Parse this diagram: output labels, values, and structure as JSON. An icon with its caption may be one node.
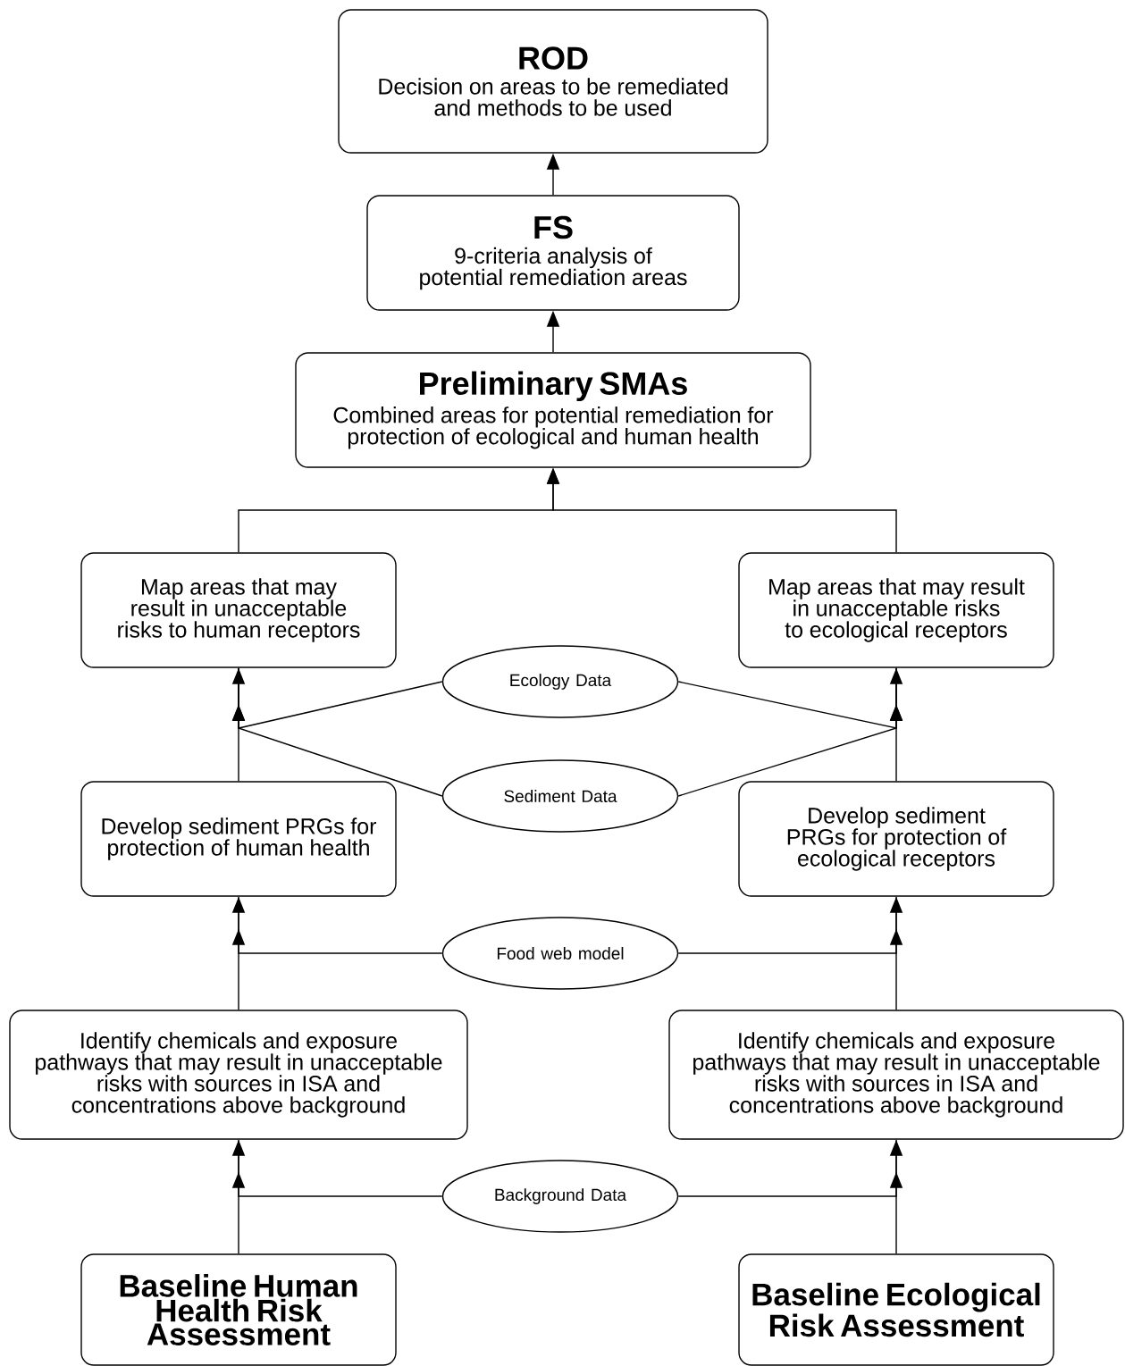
{
  "diagram": {
    "nodes": [
      {
        "text": [
          "ROD",
          "Decision on areas to be remediated and methods to be used"
        ]
      },
      {
        "text": [
          "FS",
          "9-criteria analysis of potential remediation areas"
        ]
      },
      {
        "text": [
          "Preliminary SMAs",
          "Combined areas for potential remediation for protection of ecological and human health"
        ]
      },
      {
        "text": [
          "Map areas that may result in unacceptable risks to human receptors"
        ]
      },
      {
        "text": [
          "Map areas that may result in unacceptable risks to ecological receptors"
        ]
      },
      {
        "text": [
          "Ecology Data"
        ]
      },
      {
        "text": [
          "Sediment Data"
        ]
      },
      {
        "text": [
          "Develop sediment PRGs for protection of human health"
        ]
      },
      {
        "text": [
          "Develop sediment PRGs for protection of ecological receptors"
        ]
      },
      {
        "text": [
          "Food web model"
        ]
      },
      {
        "text": [
          "Identify chemicals and exposure pathways that may result in unacceptable risks with sources in ISA and concentrations above background"
        ]
      },
      {
        "text": [
          "Identify chemicals and exposure pathways that may result in unacceptable risks with sources in ISA and concentrations above background"
        ]
      },
      {
        "text": [
          "Background Data"
        ]
      },
      {
        "text": [
          "Baseline Human Health Risk Assessment"
        ]
      },
      {
        "text": [
          "Baseline Ecological Risk Assessment"
        ]
      }
    ],
    "edges": [
      {
        "from": 1,
        "to": 0,
        "arrow": "to"
      },
      {
        "from": 2,
        "to": 1,
        "arrow": "to"
      },
      {
        "from": 3,
        "to": 2,
        "arrow": "to"
      },
      {
        "from": 4,
        "to": 2,
        "arrow": "to"
      },
      {
        "from": 5,
        "to": 3,
        "arrow": "to"
      },
      {
        "from": 5,
        "to": 4,
        "arrow": "to"
      },
      {
        "from": 6,
        "to": 3,
        "arrow": "to"
      },
      {
        "from": 6,
        "to": 4,
        "arrow": "to"
      },
      {
        "from": 7,
        "to": 3,
        "arrow": "to"
      },
      {
        "from": 8,
        "to": 4,
        "arrow": "to"
      },
      {
        "from": 9,
        "to": 7,
        "arrow": "to"
      },
      {
        "from": 9,
        "to": 8,
        "arrow": "to"
      },
      {
        "from": 10,
        "to": 7,
        "arrow": "to"
      },
      {
        "from": 11,
        "to": 8,
        "arrow": "to"
      },
      {
        "from": 12,
        "to": 10,
        "arrow": "to"
      },
      {
        "from": 12,
        "to": 11,
        "arrow": "to"
      },
      {
        "from": 13,
        "to": 10,
        "arrow": "to"
      },
      {
        "from": 14,
        "to": 11,
        "arrow": "to"
      }
    ]
  }
}
